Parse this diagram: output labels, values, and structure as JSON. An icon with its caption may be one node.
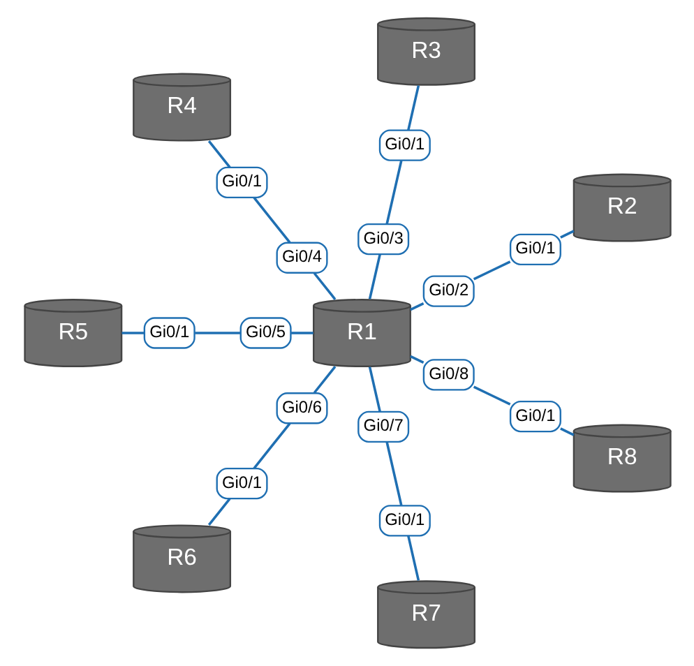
{
  "diagram": {
    "nodes": [
      {
        "text": [
          "R1"
        ]
      },
      {
        "text": [
          "R2"
        ]
      },
      {
        "text": [
          "R3"
        ]
      },
      {
        "text": [
          "R4"
        ]
      },
      {
        "text": [
          "R5"
        ]
      },
      {
        "text": [
          "R6"
        ]
      },
      {
        "text": [
          "R7"
        ]
      },
      {
        "text": [
          "R8"
        ]
      },
      {
        "text": [
          "Gi0/2"
        ]
      },
      {
        "text": [
          "Gi0/1"
        ]
      },
      {
        "text": [
          "Gi0/3"
        ]
      },
      {
        "text": [
          "Gi0/1"
        ]
      },
      {
        "text": [
          "Gi0/4"
        ]
      },
      {
        "text": [
          "Gi0/1"
        ]
      },
      {
        "text": [
          "Gi0/5"
        ]
      },
      {
        "text": [
          "Gi0/1"
        ]
      },
      {
        "text": [
          "Gi0/6"
        ]
      },
      {
        "text": [
          "Gi0/1"
        ]
      },
      {
        "text": [
          "Gi0/7"
        ]
      },
      {
        "text": [
          "Gi0/1"
        ]
      },
      {
        "text": [
          "Gi0/8"
        ]
      },
      {
        "text": [
          "Gi0/1"
        ]
      }
    ],
    "edges": [
      {
        "from": 0,
        "to": 8,
        "arrow": "none"
      },
      {
        "from": 8,
        "to": 9,
        "arrow": "none"
      },
      {
        "from": 9,
        "to": 1,
        "arrow": "none"
      },
      {
        "from": 0,
        "to": 10,
        "arrow": "none"
      },
      {
        "from": 10,
        "to": 11,
        "arrow": "none"
      },
      {
        "from": 11,
        "to": 2,
        "arrow": "none"
      },
      {
        "from": 0,
        "to": 12,
        "arrow": "none"
      },
      {
        "from": 12,
        "to": 13,
        "arrow": "none"
      },
      {
        "from": 13,
        "to": 3,
        "arrow": "none"
      },
      {
        "from": 0,
        "to": 14,
        "arrow": "none"
      },
      {
        "from": 14,
        "to": 15,
        "arrow": "none"
      },
      {
        "from": 15,
        "to": 4,
        "arrow": "none"
      },
      {
        "from": 0,
        "to": 16,
        "arrow": "none"
      },
      {
        "from": 16,
        "to": 17,
        "arrow": "none"
      },
      {
        "from": 17,
        "to": 5,
        "arrow": "none"
      },
      {
        "from": 0,
        "to": 18,
        "arrow": "none"
      },
      {
        "from": 18,
        "to": 19,
        "arrow": "none"
      },
      {
        "from": 19,
        "to": 6,
        "arrow": "none"
      },
      {
        "from": 0,
        "to": 20,
        "arrow": "none"
      },
      {
        "from": 20,
        "to": 21,
        "arrow": "none"
      },
      {
        "from": 21,
        "to": 7,
        "arrow": "none"
      }
    ]
  }
}
